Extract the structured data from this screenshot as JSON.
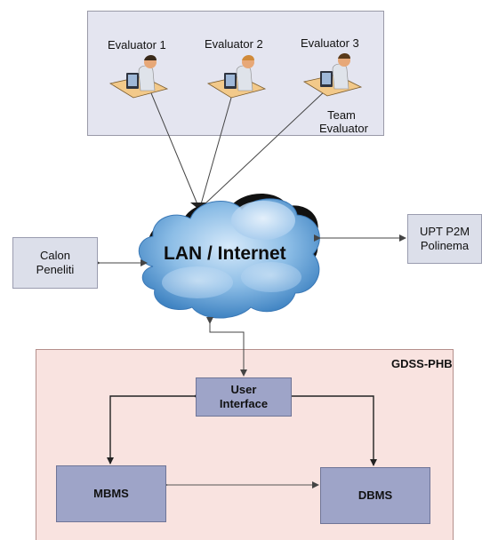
{
  "evaluators": [
    {
      "label": "Evaluator 1"
    },
    {
      "label": "Evaluator 2"
    },
    {
      "label": "Evaluator 3"
    }
  ],
  "team_label_line1": "Team",
  "team_label_line2": "Evaluator",
  "network_label": "LAN / Internet",
  "calon_line1": "Calon",
  "calon_line2": "Peneliti",
  "upt_line1": "UPT P2M",
  "upt_line2": "Polinema",
  "gdss_title": "GDSS-PHB",
  "ui_line1": "User",
  "ui_line2": "Interface",
  "mbms_label": "MBMS",
  "dbms_label": "DBMS",
  "colors": {
    "evaluator_panel": "#e4e5f0",
    "gdss_panel": "#f9e3e0",
    "component_box": "#9ea4c8",
    "side_box": "#dcdfea",
    "cloud": "#6fa8dc"
  }
}
